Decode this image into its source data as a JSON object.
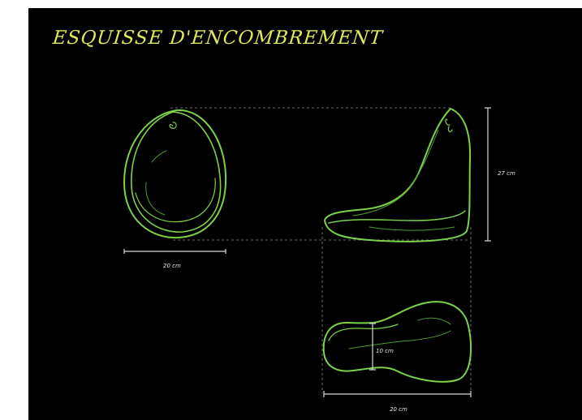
{
  "title": "ESQUISSE D'ENCOMBREMENT",
  "dimensions": {
    "front_width": "20 cm",
    "side_height": "27 cm",
    "top_width": "10 cm",
    "top_length": "20 cm"
  },
  "colors": {
    "background": "#000000",
    "title": "#e0e85a",
    "sketch_line": "#7bd24a",
    "dimension_line": "#d8d8d8"
  }
}
